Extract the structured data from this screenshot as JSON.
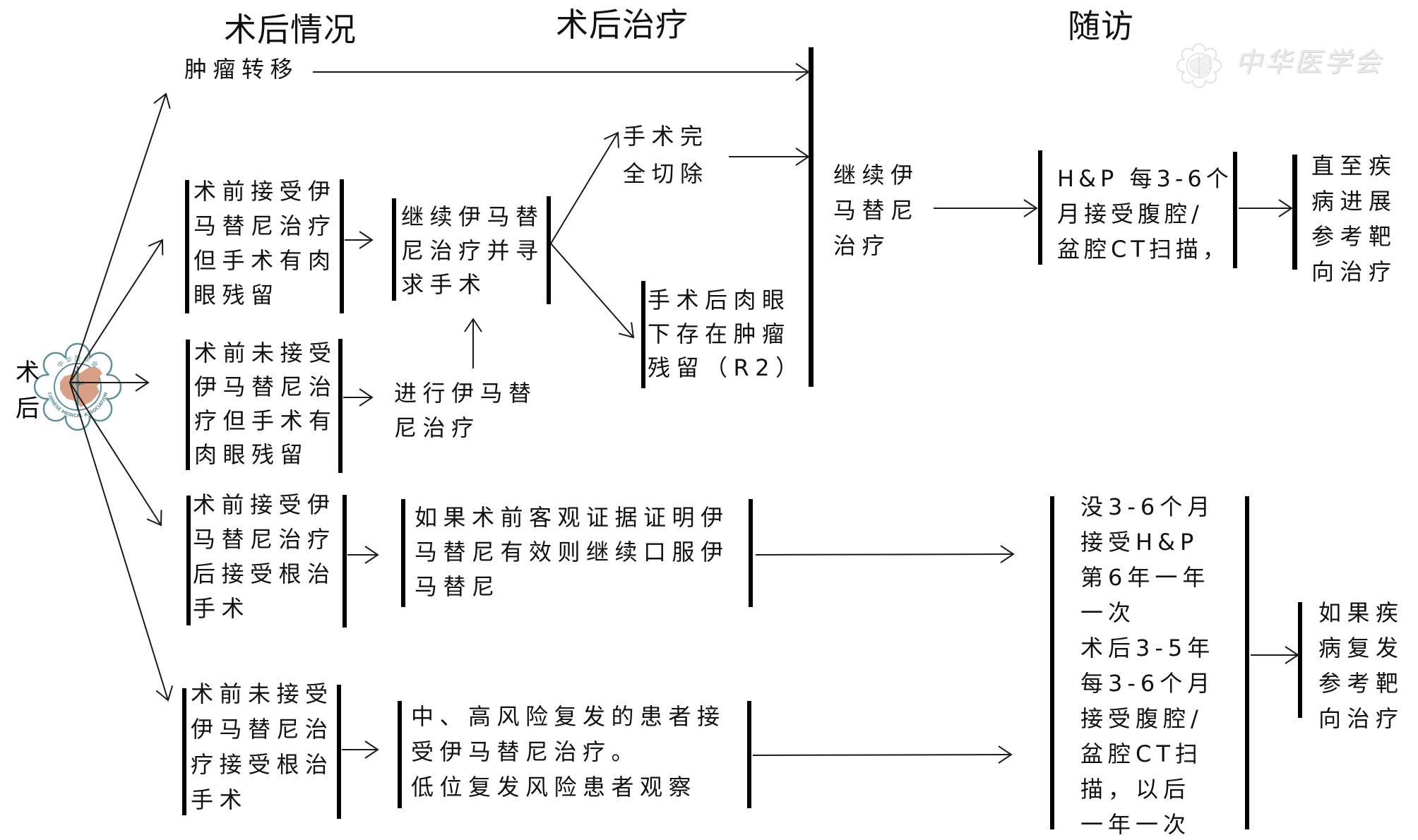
{
  "diagram": {
    "column_headers": {
      "postop_status": "术后情况",
      "postop_treatment": "术后治疗",
      "followup": "随访"
    },
    "watermark": {
      "text": "中华医学会"
    },
    "origin": {
      "label_lines": [
        "术",
        "后"
      ],
      "logo": {
        "cn_text": "中 华 医 学 会",
        "en_text": "CHINESE MEDICAL ASSOCIATION",
        "year": "1915"
      }
    },
    "status_nodes": {
      "metastasis": {
        "lines": [
          "肿瘤转移"
        ]
      },
      "preop_imatinib_gross_residual": {
        "lines": [
          "术前接受伊",
          "马替尼治疗",
          "但手术有肉",
          "眼残留"
        ]
      },
      "no_preop_imatinib_gross_residual": {
        "lines": [
          "术前未接受",
          "伊马替尼治",
          "疗但手术有",
          "肉眼残留"
        ]
      },
      "preop_imatinib_radical_surgery": {
        "lines": [
          "术前接受伊",
          "马替尼治疗",
          "后接受根治",
          "手术"
        ]
      },
      "no_preop_imatinib_radical_surgery": {
        "lines": [
          "术前未接受",
          "伊马替尼治",
          "疗接受根治",
          "手术"
        ]
      }
    },
    "treatment_nodes": {
      "continue_imatinib_seek_surgery": {
        "lines": [
          "继续伊马替",
          "尼治疗并寻",
          "求手术"
        ]
      },
      "start_imatinib": {
        "lines": [
          "进行伊马替",
          "尼治疗"
        ]
      },
      "complete_resection": {
        "lines": [
          "手术完",
          "全切除"
        ]
      },
      "gross_residual_r2": {
        "lines": [
          "手术后肉眼",
          "下存在肿瘤",
          "残留（R2）"
        ]
      },
      "continue_oral_imatinib": {
        "lines": [
          "如果术前客观证据证明伊",
          "马替尼有效则继续口服伊",
          "马替尼"
        ]
      },
      "risk_based_imatinib": {
        "lines": [
          "中、高风险复发的患者接",
          "受伊马替尼治疗。",
          "低位复发风险患者观察"
        ]
      }
    },
    "followup_nodes": {
      "continue_imatinib": {
        "lines": [
          "继续伊",
          "马替尼",
          "治疗"
        ]
      },
      "hp_ct_every_3_6_months": {
        "lines": [
          "H&P 每3-6个",
          "月接受腹腔/",
          "盆腔CT扫描，"
        ]
      },
      "until_progression_targeted": {
        "lines": [
          "直至疾",
          "病进展",
          "参考靶",
          "向治疗"
        ]
      },
      "postop_followup_schedule": {
        "lines": [
          "没3-6个月",
          "接受H&P",
          "第6年一年",
          "一次",
          "术后3-5年",
          "每3-6个月",
          "接受腹腔/",
          "盆腔CT扫",
          "描，以后",
          "一年一次"
        ]
      },
      "if_recurrence_targeted": {
        "lines": [
          "如果疾",
          "病复发",
          "参考靶",
          "向治疗"
        ]
      }
    },
    "colors": {
      "text": "#111111",
      "bars": "#000000",
      "logo_teal": "#5e9099",
      "logo_map": "#d9a088",
      "watermark": "#e9e9e9"
    }
  }
}
